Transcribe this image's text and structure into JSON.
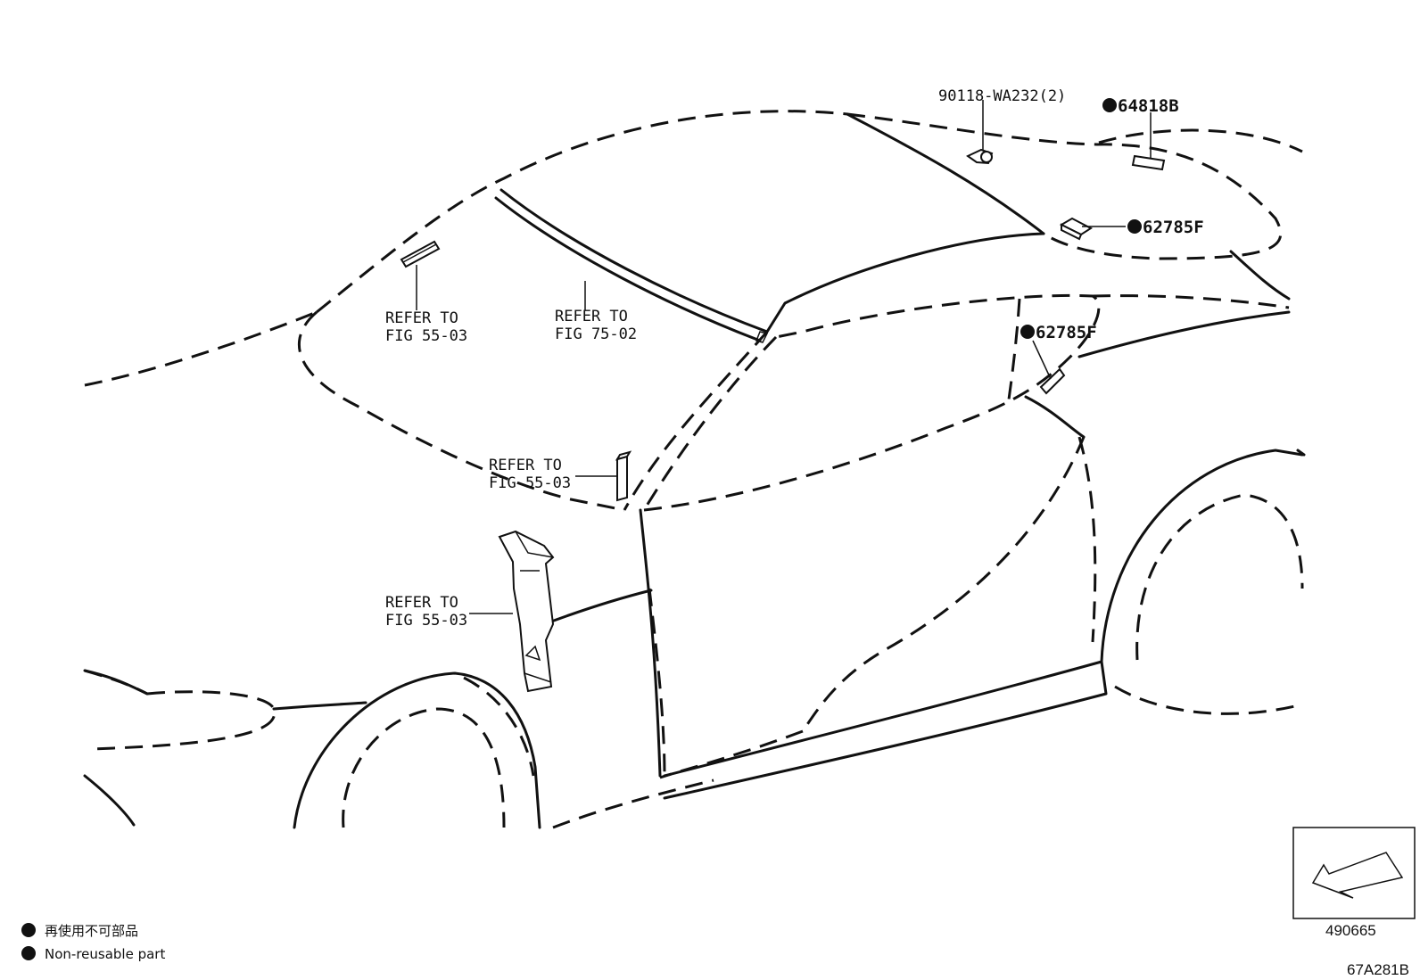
{
  "callouts": {
    "screw": "90118-WA232(2)",
    "part_64818b": "64818B",
    "part_62785f_upper": "62785F",
    "part_62785f_lower": "62785F",
    "refer_1_line1": "REFER TO",
    "refer_1_line2": "FIG 55-03",
    "refer_2_line1": "REFER TO",
    "refer_2_line2": "FIG 75-02",
    "refer_3_line1": "REFER TO",
    "refer_3_line2": "FIG 55-03",
    "refer_4_line1": "REFER TO",
    "refer_4_line2": "FIG 55-03"
  },
  "legend": {
    "line1": "再使用不可部品",
    "line2": "Non-reusable part"
  },
  "view_box_code": "490665",
  "figure_code": "67A281B"
}
